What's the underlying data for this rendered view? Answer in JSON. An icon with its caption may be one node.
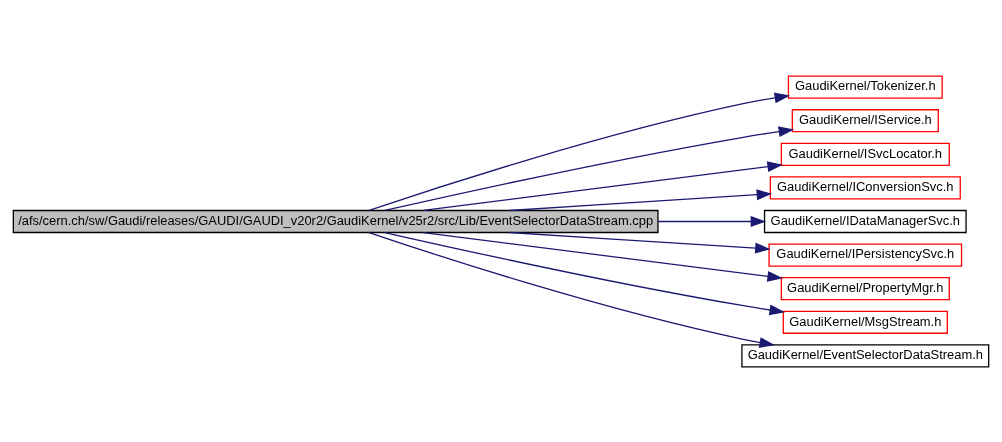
{
  "diagram": {
    "nodes": [
      {
        "text": [
          "/afs/cern.ch/sw/Gaudi/releases/GAUDI/GAUDI_v20r2/GaudiKernel/v25r2/src/Lib/EventSelectorDataStream.cpp"
        ]
      },
      {
        "text": [
          "GaudiKernel/Tokenizer.h"
        ]
      },
      {
        "text": [
          "GaudiKernel/IService.h"
        ]
      },
      {
        "text": [
          "GaudiKernel/ISvcLocator.h"
        ]
      },
      {
        "text": [
          "GaudiKernel/IConversionSvc.h"
        ]
      },
      {
        "text": [
          "GaudiKernel/IDataManagerSvc.h"
        ]
      },
      {
        "text": [
          "GaudiKernel/IPersistencySvc.h"
        ]
      },
      {
        "text": [
          "GaudiKernel/PropertyMgr.h"
        ]
      },
      {
        "text": [
          "GaudiKernel/MsgStream.h"
        ]
      },
      {
        "text": [
          "GaudiKernel/EventSelectorDataStream.h"
        ]
      }
    ],
    "edges": [
      {
        "from": 0,
        "to": 1,
        "arrow": "to"
      },
      {
        "from": 0,
        "to": 2,
        "arrow": "to"
      },
      {
        "from": 0,
        "to": 3,
        "arrow": "to"
      },
      {
        "from": 0,
        "to": 4,
        "arrow": "to"
      },
      {
        "from": 0,
        "to": 5,
        "arrow": "to"
      },
      {
        "from": 0,
        "to": 6,
        "arrow": "to"
      },
      {
        "from": 0,
        "to": 7,
        "arrow": "to"
      },
      {
        "from": 0,
        "to": 8,
        "arrow": "to"
      },
      {
        "from": 0,
        "to": 9,
        "arrow": "to"
      }
    ]
  }
}
